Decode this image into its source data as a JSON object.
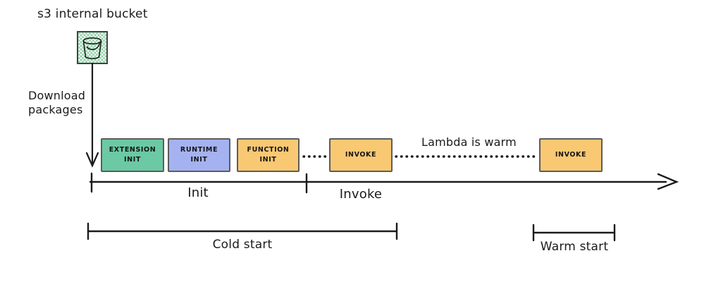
{
  "annotations": {
    "s3_bucket_label": "s3 internal bucket",
    "download_label": "Download\npackages",
    "warm_note": "Lambda is warm"
  },
  "timeline": {
    "boxes": [
      {
        "id": "extension-init",
        "label": "EXTENSION\nINIT",
        "color": "box_green"
      },
      {
        "id": "runtime-init",
        "label": "RUNTIME\nINIT",
        "color": "box_purple"
      },
      {
        "id": "function-init",
        "label": "FUNCTION\nINIT",
        "color": "box_orange"
      },
      {
        "id": "invoke-1",
        "label": "INVOKE",
        "color": "box_orange"
      },
      {
        "id": "invoke-2",
        "label": "INVOKE",
        "color": "box_orange"
      }
    ],
    "phase_labels": {
      "init": "Init",
      "invoke": "Invoke"
    }
  },
  "brackets": {
    "cold": "Cold start",
    "warm": "Warm start"
  },
  "colors": {
    "box_green": "#6bc9a4",
    "box_purple": "#a5b2f1",
    "box_orange": "#f9c873",
    "box_border": "#5c5c5c",
    "hatch_green": "#7fcf9b",
    "ink": "#1b1b1b"
  }
}
